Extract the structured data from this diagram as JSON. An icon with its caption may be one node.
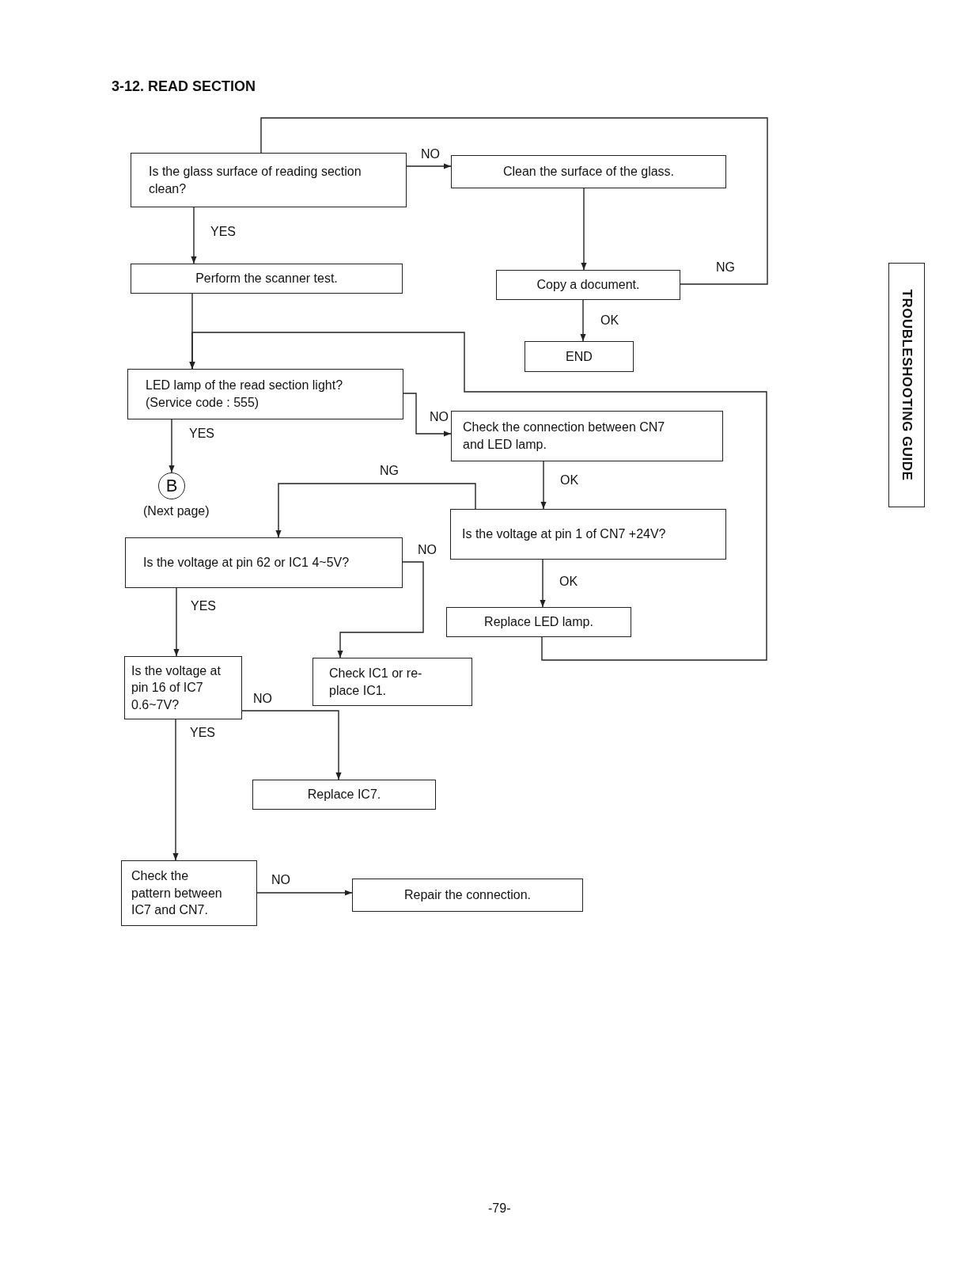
{
  "diagram": {
    "title": "3-12. READ SECTION",
    "nodes": [
      {
        "text": [
          "Is the glass surface of reading section clean?"
        ]
      },
      {
        "text": [
          "Clean the surface of the glass."
        ]
      },
      {
        "text": [
          "Perform the scanner test."
        ]
      },
      {
        "text": [
          "Copy a document."
        ]
      },
      {
        "text": [
          "END"
        ]
      },
      {
        "text": [
          "LED lamp of the read section light? (Service code : 555)"
        ]
      },
      {
        "text": [
          "Check the connection between CN7 and LED lamp."
        ]
      },
      {
        "text": [
          "B"
        ],
        "beside": [
          "(Next page)"
        ]
      },
      {
        "text": [
          "Is the voltage at pin 1 of CN7 +24V?"
        ]
      },
      {
        "text": [
          "Is the voltage at pin 62 or IC1 4~5V?"
        ]
      },
      {
        "text": [
          "Replace LED lamp."
        ]
      },
      {
        "text": [
          "Is the voltage at pin 16 of IC7 0.6~7V?"
        ]
      },
      {
        "text": [
          "Check IC1 or re-place IC1."
        ]
      },
      {
        "text": [
          "Replace IC7."
        ]
      },
      {
        "text": [
          "Check the pattern between IC7 and CN7."
        ]
      },
      {
        "text": [
          "Repair the connection."
        ]
      },
      {
        "text": [
          "TROUBLESHOOTING GUIDE"
        ]
      }
    ],
    "edges": [
      {
        "from": 0,
        "to": 1,
        "arrow": "to",
        "label": "NO"
      },
      {
        "from": 0,
        "to": 2,
        "arrow": "to",
        "label": "YES"
      },
      {
        "from": 1,
        "to": 3,
        "arrow": "to"
      },
      {
        "from": 3,
        "to": 0,
        "arrow": "none",
        "label": "NG"
      },
      {
        "from": 3,
        "to": 4,
        "arrow": "to",
        "label": "OK"
      },
      {
        "from": 2,
        "to": 5,
        "arrow": "to"
      },
      {
        "from": 10,
        "to": 5,
        "arrow": "to"
      },
      {
        "from": 5,
        "to": 6,
        "arrow": "to",
        "label": "NO"
      },
      {
        "from": 5,
        "to": 7,
        "arrow": "to",
        "label": "YES"
      },
      {
        "from": 6,
        "to": 8,
        "arrow": "to",
        "label": "OK"
      },
      {
        "from": 8,
        "to": 9,
        "arrow": "to",
        "label": "NG"
      },
      {
        "from": 8,
        "to": 10,
        "arrow": "to",
        "label": "OK"
      },
      {
        "from": 9,
        "to": 12,
        "arrow": "to",
        "label": "NO"
      },
      {
        "from": 9,
        "to": 11,
        "arrow": "to",
        "label": "YES"
      },
      {
        "from": 11,
        "to": 13,
        "arrow": "to",
        "label": "NO"
      },
      {
        "from": 11,
        "to": 14,
        "arrow": "to",
        "label": "YES"
      },
      {
        "from": 14,
        "to": 15,
        "arrow": "to",
        "label": "NO"
      }
    ],
    "labels": [
      "-79-"
    ]
  }
}
